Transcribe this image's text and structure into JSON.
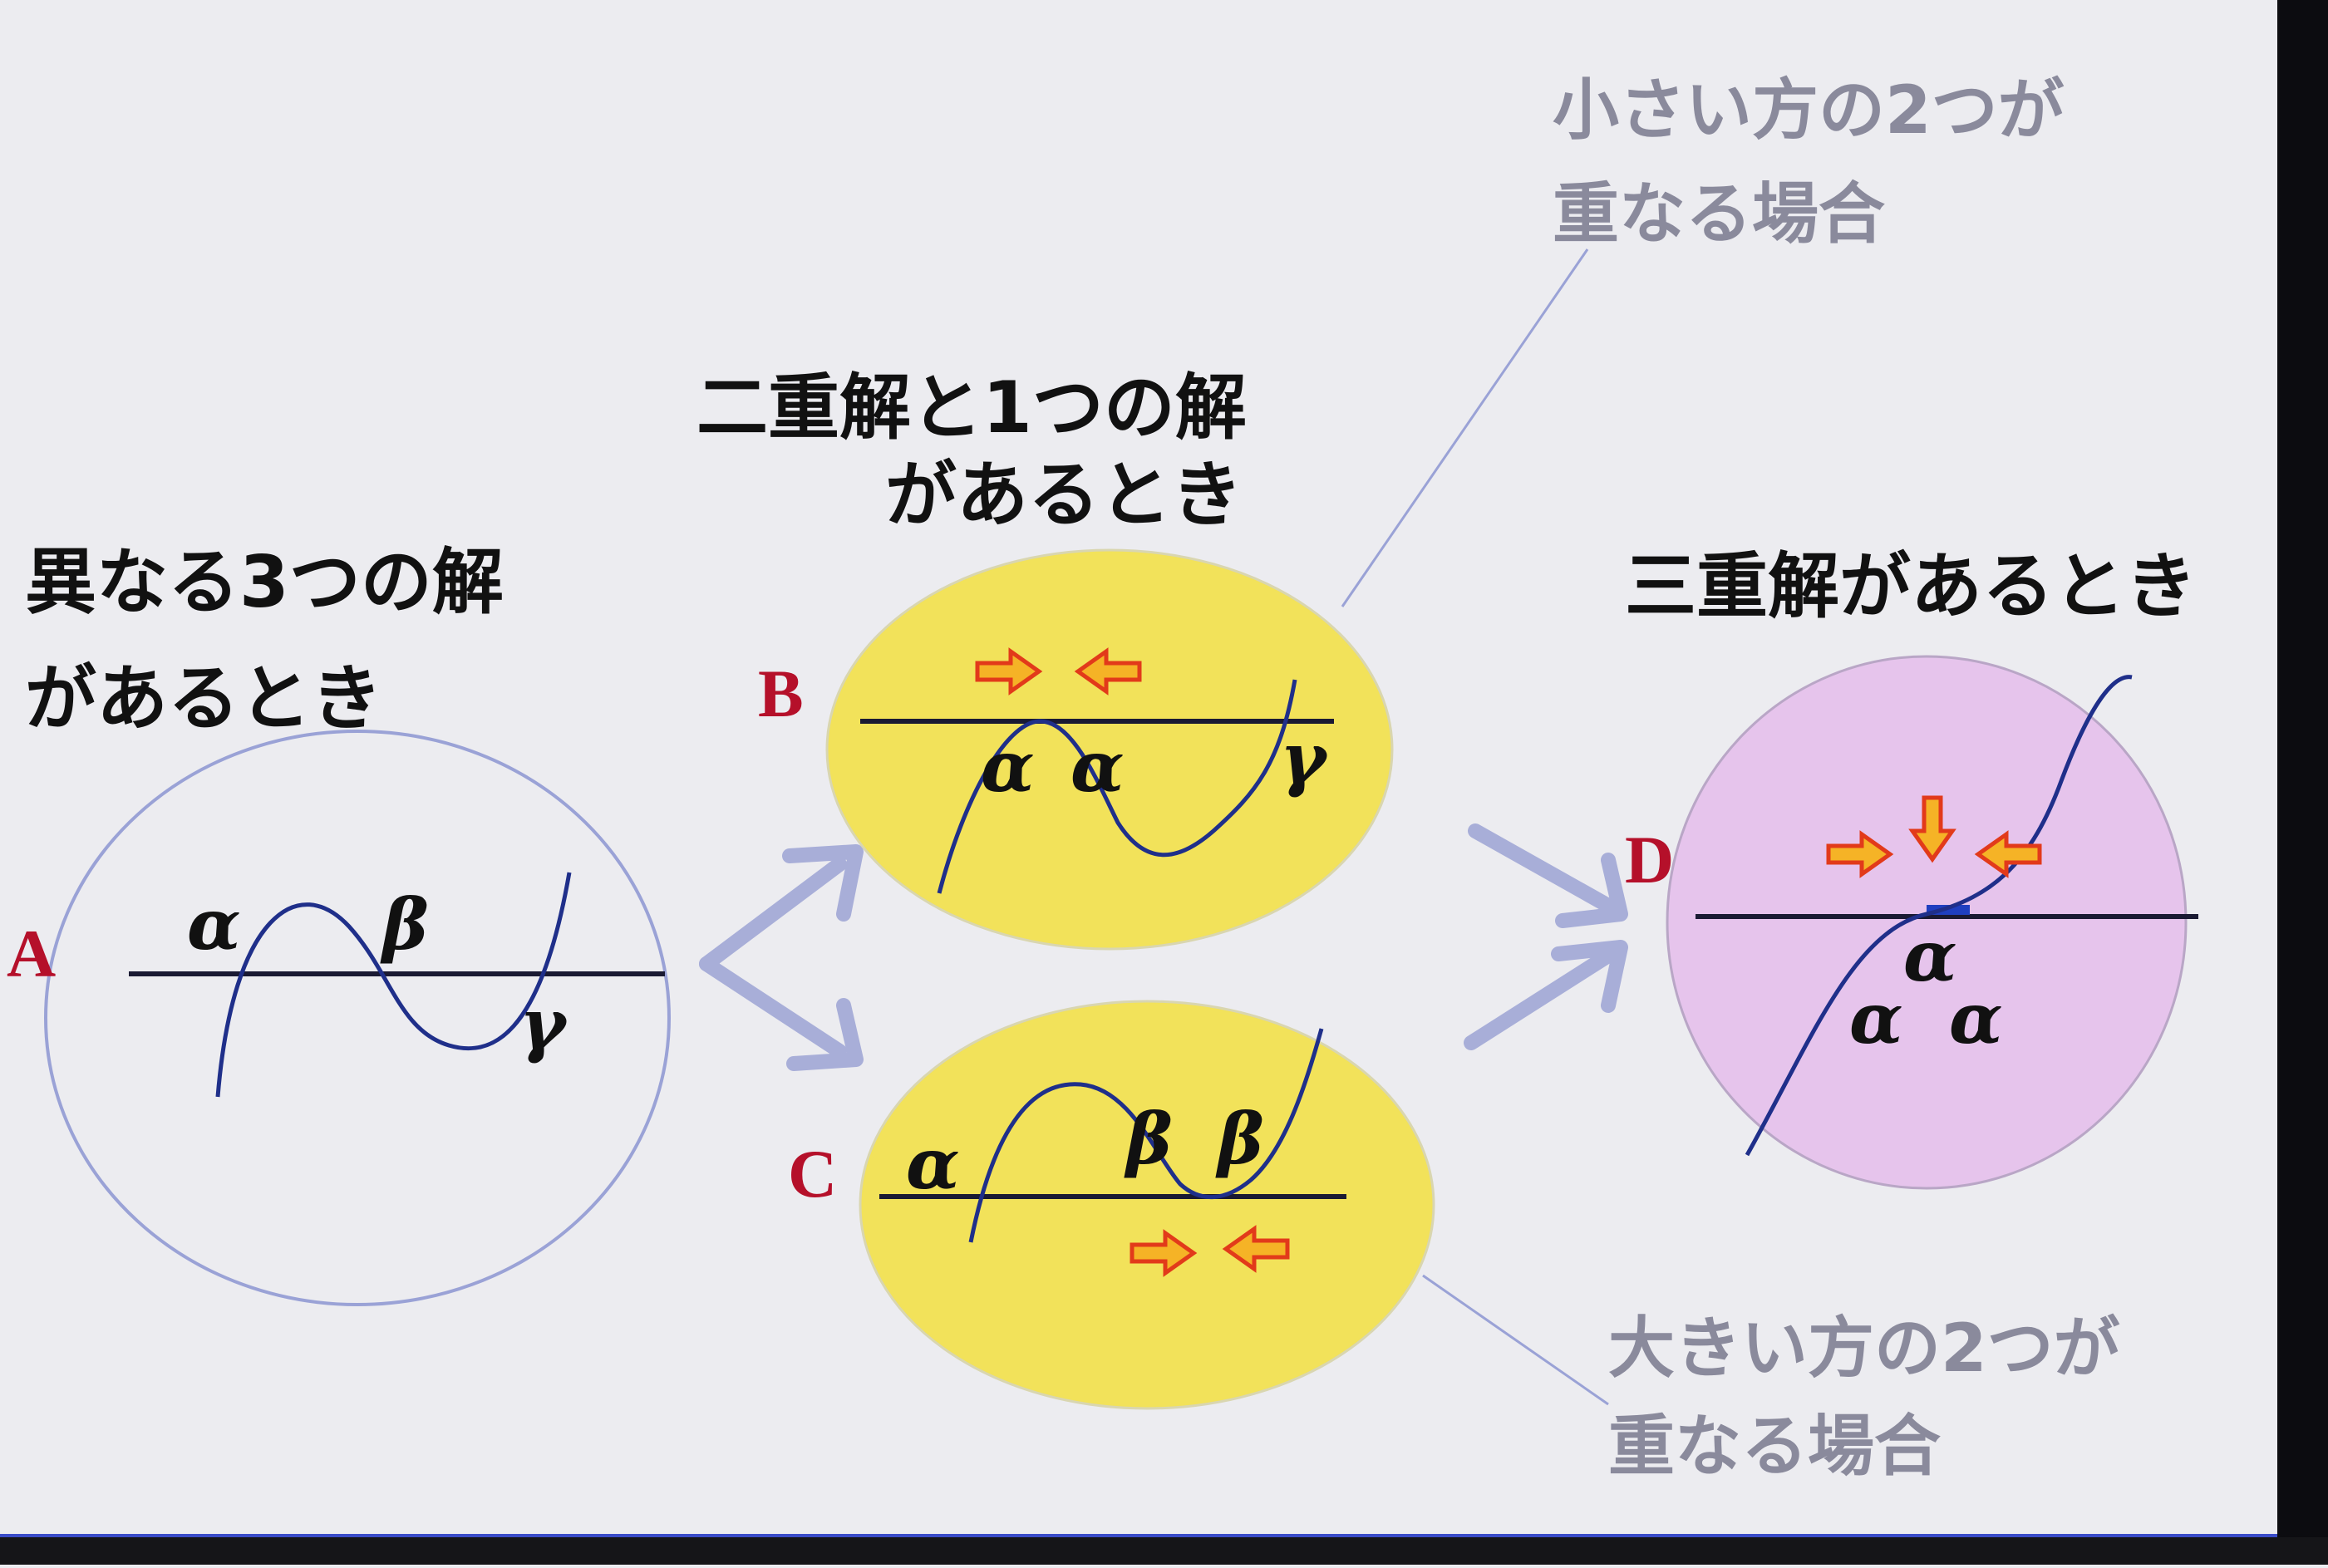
{
  "headings": {
    "a": [
      "異なる3つの解",
      "があるとき"
    ],
    "bc": [
      "二重解と1つの解",
      "があるとき"
    ],
    "d": "三重解があるとき"
  },
  "notes": {
    "small": [
      "小さい方の2つが",
      "重なる場合"
    ],
    "large": [
      "大きい方の2つが",
      "重なる場合"
    ]
  },
  "case_labels": {
    "a": "A",
    "b": "B",
    "c": "C",
    "d": "D"
  },
  "roots": {
    "a": [
      "α",
      "β",
      "γ"
    ],
    "b": [
      "α",
      "α",
      "γ"
    ],
    "c": [
      "α",
      "β",
      "β"
    ],
    "d": [
      "α",
      "α",
      "α"
    ]
  },
  "colors": {
    "background": "#ececf0",
    "text": "#111111",
    "label_red": "#b5102a",
    "note_gray": "#8a8a9c",
    "curve_blue": "#1f2f8a",
    "ellipse_a_stroke": "#9aa2d6",
    "ellipse_yellow": "#f2e25a",
    "ellipse_violet": "#e6c4ec",
    "connector_arrow": "#a8aed8",
    "small_arrow_fill": "#f5b326",
    "small_arrow_stroke": "#e23a1a"
  }
}
